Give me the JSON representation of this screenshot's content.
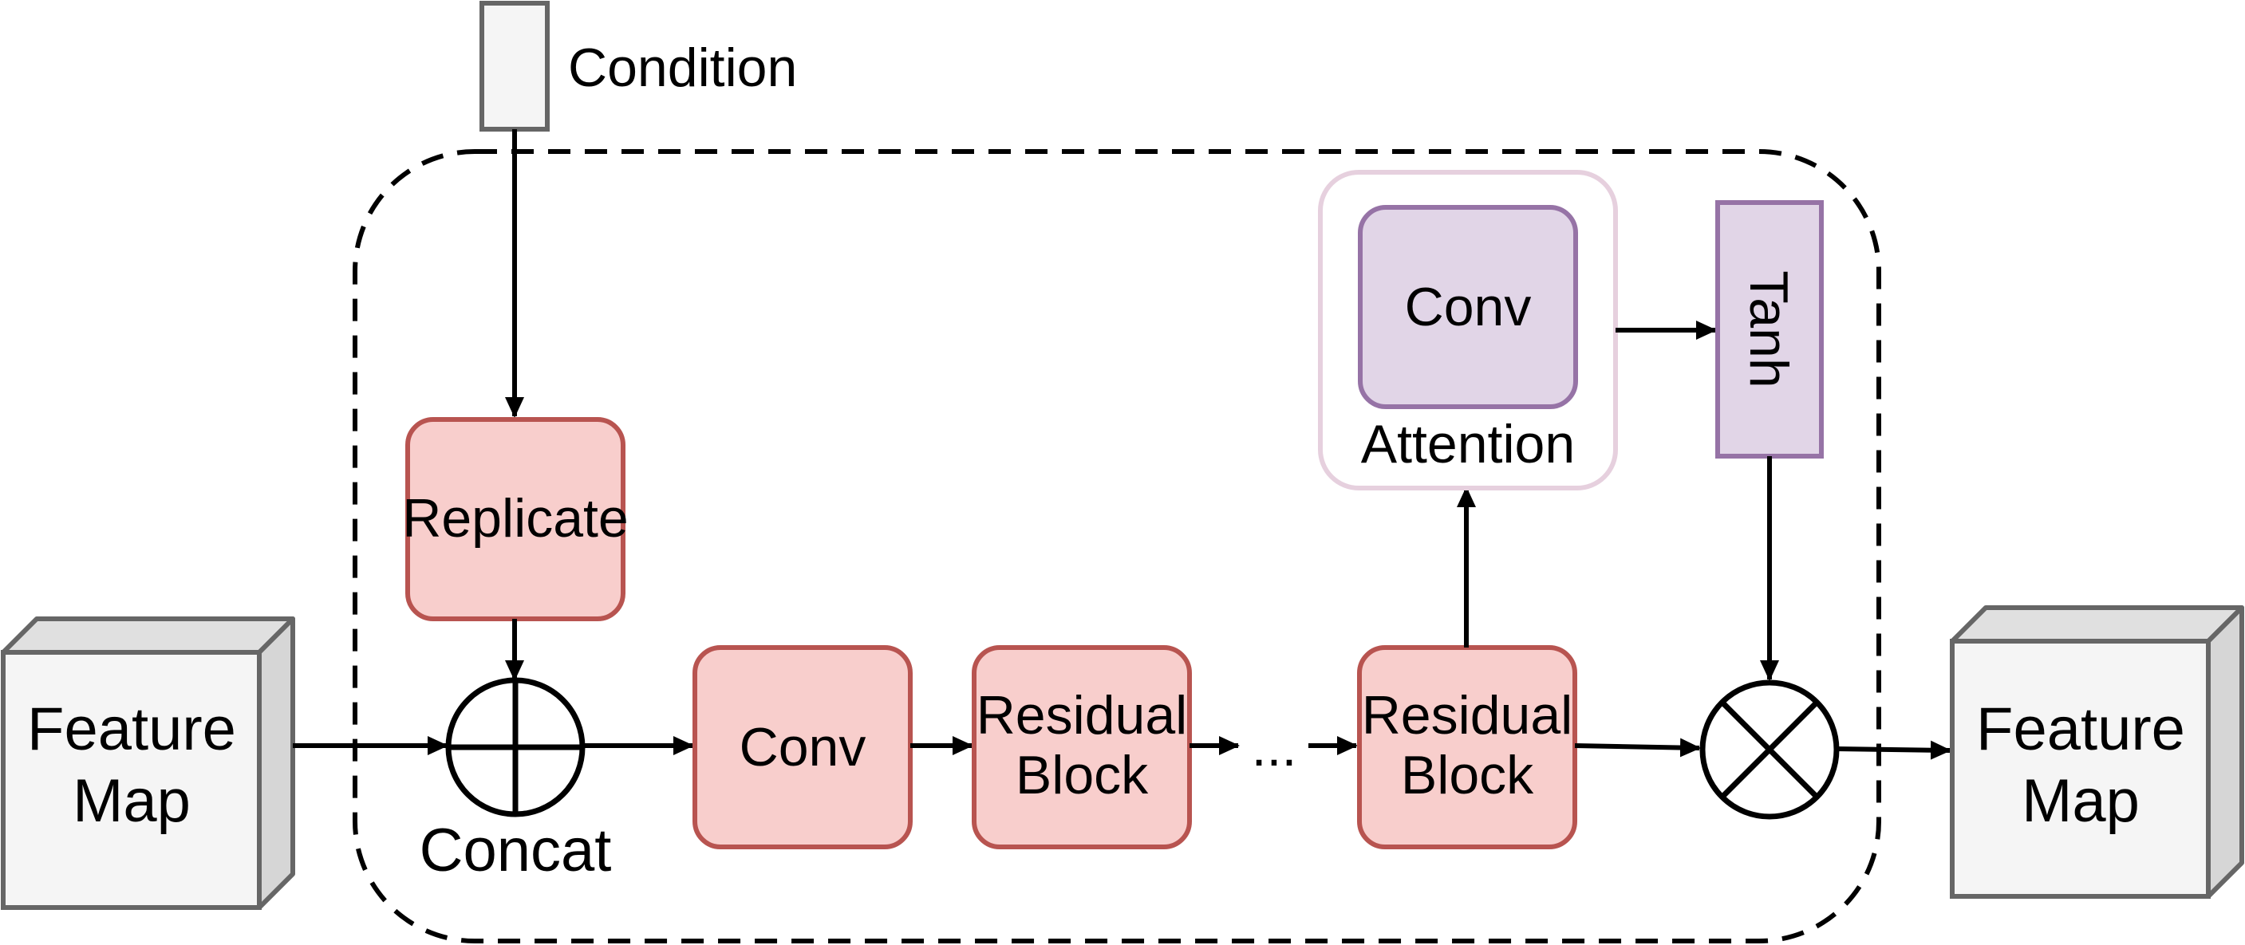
{
  "labels": {
    "condition": "Condition",
    "replicate": "Replicate",
    "concat": "Concat",
    "conv_main": "Conv",
    "residual_block_1": [
      "Residual",
      "Block"
    ],
    "ellipsis": "...",
    "residual_block_2": [
      "Residual",
      "Block"
    ],
    "attention_conv": "Conv",
    "attention": "Attention",
    "tanh": "Tanh",
    "feature_map_in": [
      "Feature",
      "Map"
    ],
    "feature_map_out": [
      "Feature",
      "Map"
    ]
  },
  "colors": {
    "red_fill": "#f8cecc",
    "red_stroke": "#b85450",
    "purple_fill": "#e1d5e7",
    "purple_stroke": "#9673a6",
    "attention_frame": "#e6d0de",
    "gray_fill": "#f5f5f5",
    "gray_top": "#e0e0e0",
    "gray_stroke": "#666666"
  }
}
